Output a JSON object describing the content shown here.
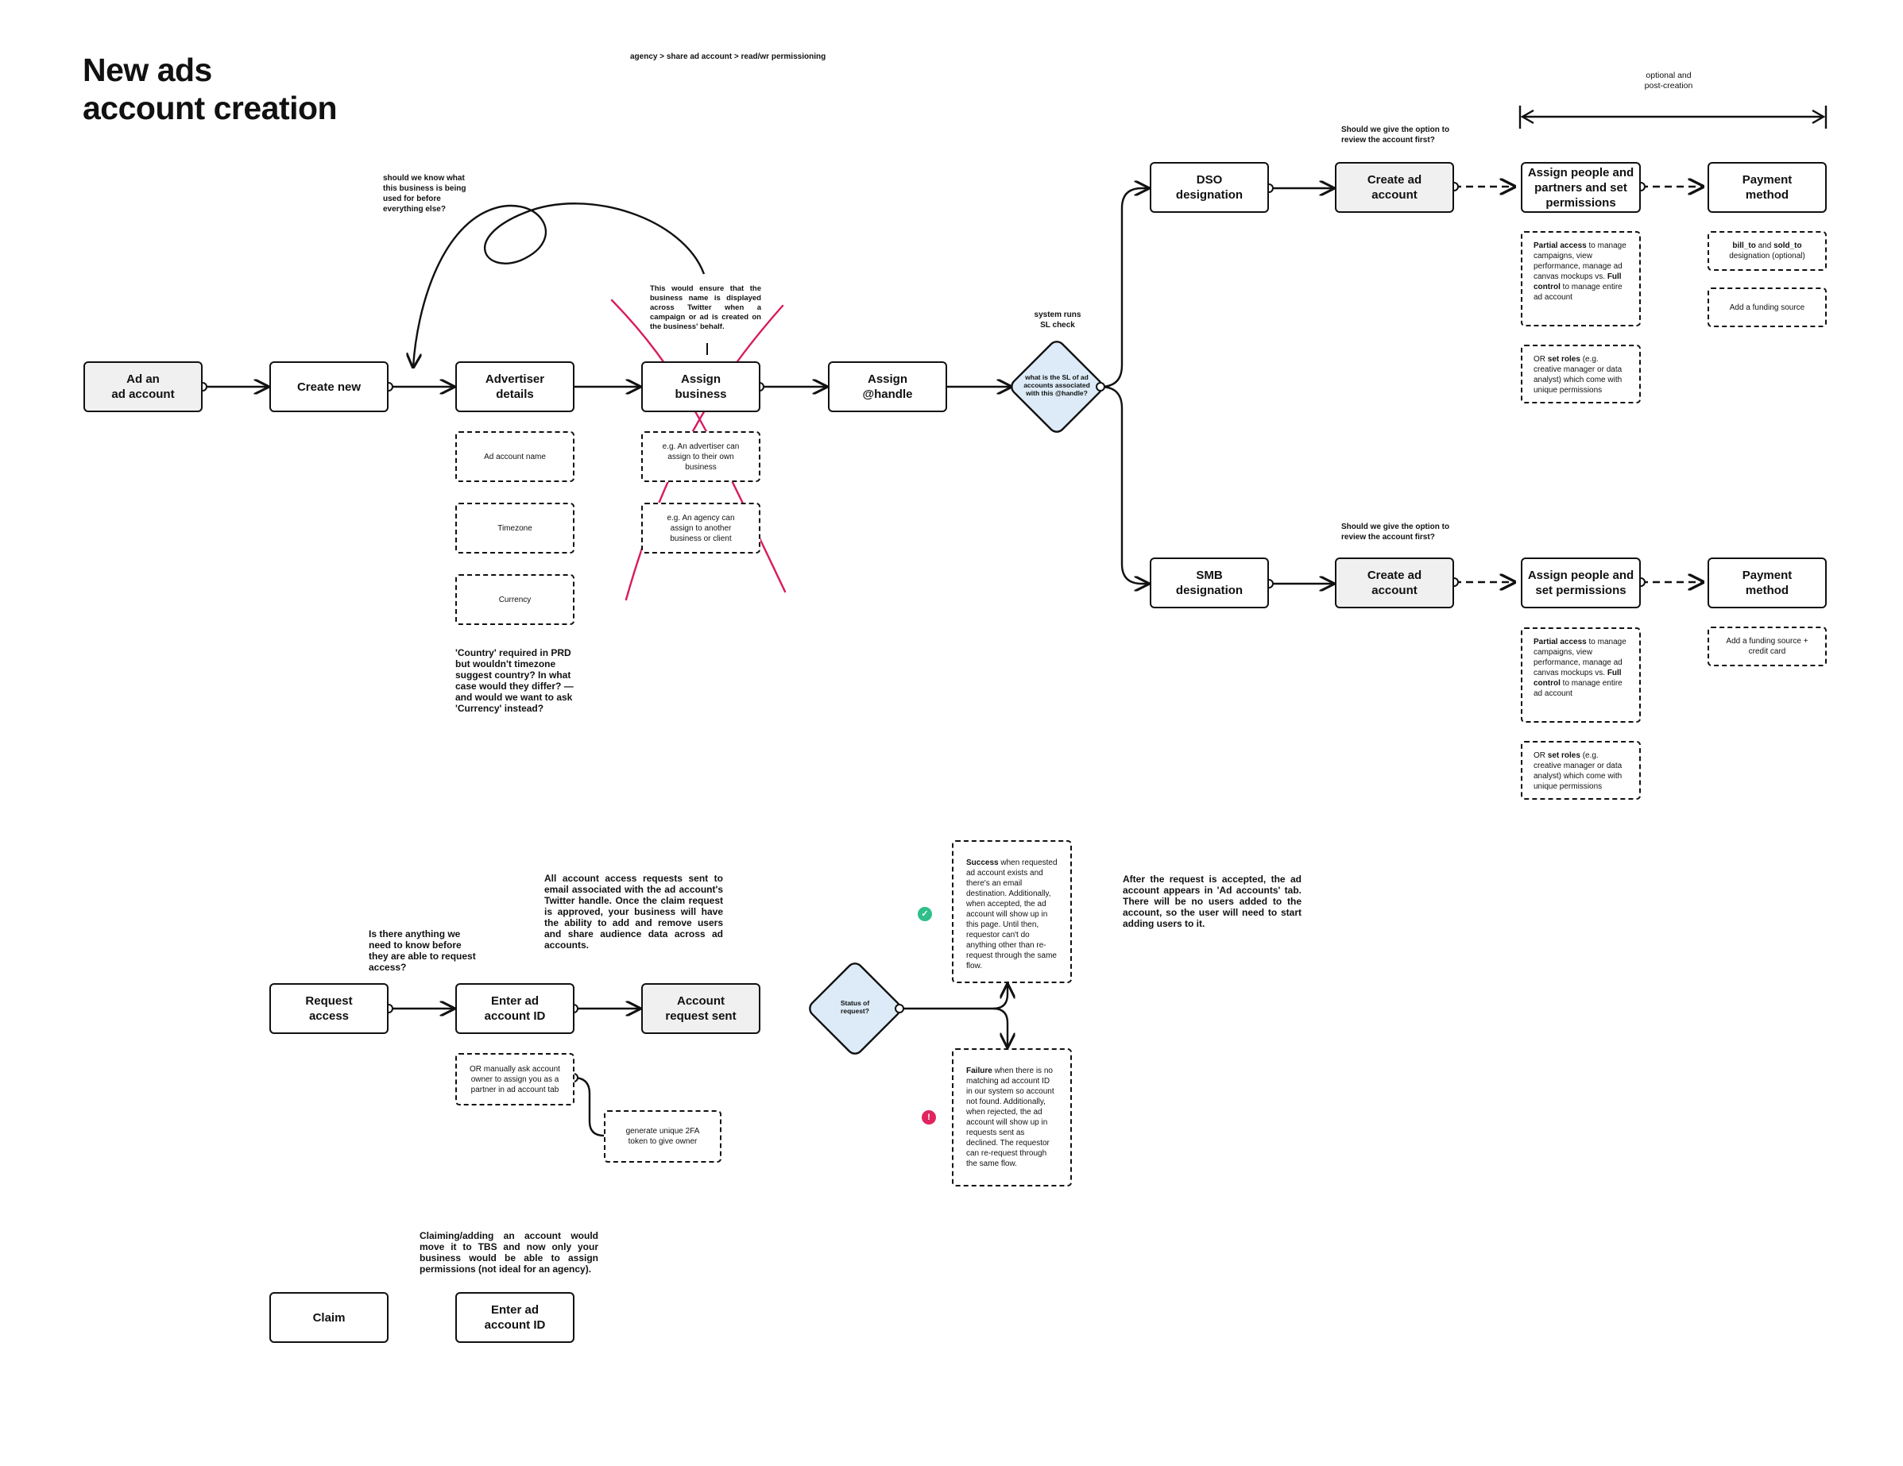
{
  "title": "New ads\naccount creation",
  "breadcrumb": "agency > share ad account > read/wr permissioning",
  "optional_label": "optional and\npost-creation",
  "nodes": {
    "ad_account": "Ad an\nad account",
    "create_new": "Create new",
    "advertiser_details": "Advertiser\ndetails",
    "assign_business": "Assign\nbusiness",
    "assign_handle": "Assign\n@handle",
    "sl_check": "what is the SL of ad accounts associated with this @handle?",
    "dso": "DSO\ndesignation",
    "create_ad_dso": "Create ad\naccount",
    "assign_people_dso": "Assign people and partners and set permissions",
    "payment_dso": "Payment\nmethod",
    "smb": "SMB\ndesignation",
    "create_ad_smb": "Create ad\naccount",
    "assign_people_smb": "Assign people and\nset permissions",
    "payment_smb": "Payment\nmethod",
    "request_access": "Request\naccess",
    "enter_id_request": "Enter ad\naccount ID",
    "request_sent": "Account\nrequest sent",
    "status": "Status of request?",
    "claim": "Claim",
    "enter_id_claim": "Enter ad\naccount ID"
  },
  "fields": {
    "ad_account_name": "Ad account name",
    "timezone": "Timezone",
    "currency": "Currency",
    "biz_own": "e.g. An advertiser can assign to their own business",
    "biz_other": "e.g. An agency can assign to another business or client",
    "dso_partial_bold": "Partial access",
    "dso_partial_rest": " to manage campaigns, view performance, manage ad canvas mockups vs. ",
    "dso_full_bold": "Full control",
    "dso_full_rest": " to manage entire ad account",
    "dso_or": "OR ",
    "dso_roles_bold": "set roles",
    "dso_roles_rest": " (e.g. creative manager or data analyst) which come with unique permissions",
    "smb_partial_bold": "Partial access",
    "smb_partial_rest": " to manage campaigns, view performance, manage ad canvas mockups vs. ",
    "smb_full_bold": "Full control",
    "smb_full_rest": " to manage entire ad account",
    "smb_or": "OR ",
    "smb_roles_bold": "set roles",
    "smb_roles_rest": " (e.g. creative manager or data analyst) which come with unique permissions",
    "bill_to": "bill_to",
    "and": " and ",
    "sold_to": "sold_to",
    "designation_optional": " designation (optional)",
    "add_funding": "Add a funding source",
    "add_funding_card": "Add a funding source + credit card",
    "manual_ask": "OR manually ask account owner to assign you as a partner in ad account tab",
    "two_fa": "generate unique 2FA token to give owner",
    "success_bold": "Success",
    "success_rest": " when requested ad account exists and there's an email destination. Additionally, when accepted, the ad account will show up in this page. Until then, requestor can't do anything other than re-request through the same flow.",
    "failure_bold": "Failure",
    "failure_rest": " when there is no matching ad account ID in our system so account not found. Additionally, when rejected, the ad account will show up in requests sent as declined. The requestor can re-request through the same flow."
  },
  "notes": {
    "business_use": "should we know what this business is being used for before everything else?",
    "business_name": "This would ensure that the business name is displayed across Twitter when a campaign or ad is created on the business' behalf.",
    "system_runs": "system runs\nSL check",
    "review_dso": "Should we give the option to review the account first?",
    "review_smb": "Should we give the option to review the account first?",
    "country": "'Country' required in PRD but wouldn't timezone suggest country? In what case would they differ? — and would we want to ask 'Currency' instead?",
    "need_to_know": "Is there anything we need to know before they are able to request access?",
    "requests_email": "All account access requests sent to email associated with the ad account's Twitter handle. Once the claim request is approved, your business will have the ability to add and remove users and share audience data across ad accounts.",
    "after_accept": "After the request is accepted, the ad account appears in 'Ad accounts' tab. There will be no users added to the account, so the user will need to start adding users to it.",
    "claiming": "Claiming/adding an account would move it to TBS and now only your business would be able to assign permissions (not ideal for an agency)."
  },
  "icons": {
    "success": "check-icon",
    "failure": "alert-icon"
  },
  "colors": {
    "diamond_fill": "#dcebf7",
    "strike": "#d81b60",
    "success": "#2fbf8a",
    "failure": "#e0245e"
  }
}
